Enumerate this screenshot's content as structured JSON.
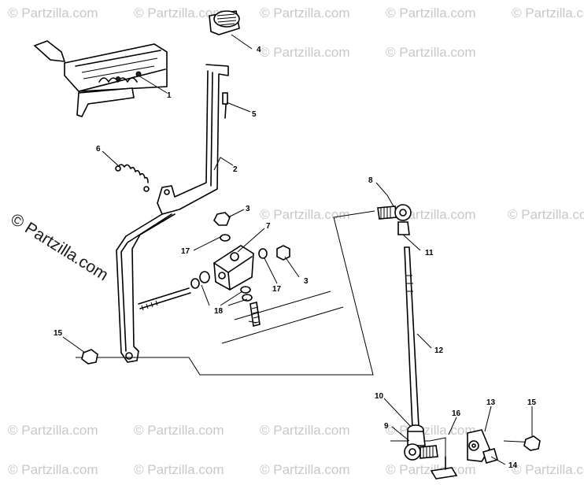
{
  "watermark": {
    "text": "© Partzilla.com",
    "color": "#c8c8c8",
    "left_text": "© Partzilla.com"
  },
  "callouts": [
    "1",
    "2",
    "3",
    "4",
    "5",
    "6",
    "7",
    "8",
    "9",
    "10",
    "11",
    "12",
    "13",
    "14",
    "15",
    "16",
    "17",
    "18"
  ],
  "labels": {
    "c1": "1",
    "c2": "2",
    "c3a": "3",
    "c3b": "3",
    "c4": "4",
    "c5": "5",
    "c6": "6",
    "c7": "7",
    "c8": "8",
    "c9": "9",
    "c10": "10",
    "c11": "11",
    "c12": "12",
    "c13": "13",
    "c14": "14",
    "c15a": "15",
    "c15b": "15",
    "c16": "16",
    "c17a": "17",
    "c17b": "17",
    "c18": "18"
  }
}
